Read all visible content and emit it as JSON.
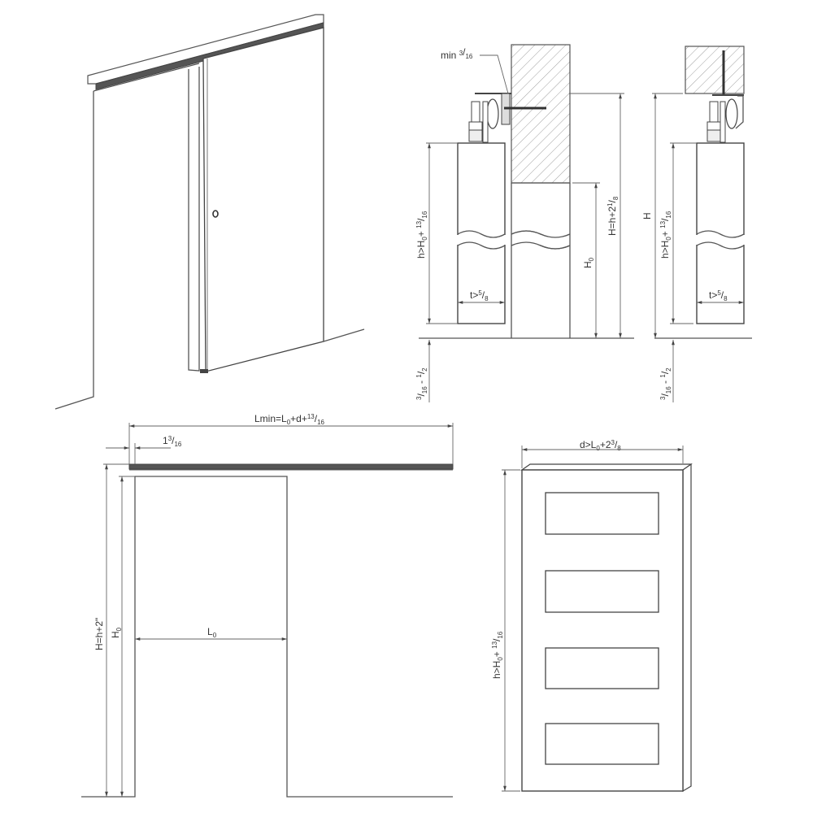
{
  "figure": {
    "type": "technical-drawing",
    "subject": "Sliding barn door installation dimensions"
  },
  "views": {
    "perspective": {
      "label": "isometric-sliding-door"
    },
    "wall_mount_section": {
      "annotation_min": "min",
      "annotation_min_frac_num": "3",
      "annotation_min_frac_den": "16",
      "door_height_label": "h>H",
      "door_height_sub": "0",
      "door_height_suffix": "+ ",
      "door_height_frac_num": "13",
      "door_height_frac_den": "16",
      "total_height_label": "H=h+2",
      "total_height_frac_num": "1",
      "total_height_frac_den": "8",
      "opening_height_label": "H",
      "opening_height_sub": "0",
      "thickness_label": "t>",
      "thickness_frac_num": "5",
      "thickness_frac_den": "8",
      "floor_gap_num1": "3",
      "floor_gap_den1": "16",
      "floor_gap_sep": " - ",
      "floor_gap_num2": "1",
      "floor_gap_den2": "2"
    },
    "ceiling_mount_section": {
      "total_height_label": "H",
      "door_height_label": "h>H",
      "door_height_sub": "0",
      "door_height_suffix": "+ ",
      "door_height_frac_num": "13",
      "door_height_frac_den": "16",
      "thickness_label": "t>",
      "thickness_frac_num": "5",
      "thickness_frac_den": "8",
      "floor_gap_num1": "3",
      "floor_gap_den1": "16",
      "floor_gap_sep": " - ",
      "floor_gap_num2": "1",
      "floor_gap_den2": "2"
    },
    "front_elevation": {
      "rail_length_label": "Lmin=L",
      "rail_length_sub": "0",
      "rail_length_mid": "+d+",
      "rail_length_frac_num": "13",
      "rail_length_frac_den": "16",
      "offset_label": "1",
      "offset_frac_num": "3",
      "offset_frac_den": "16",
      "total_height_label": "H=h+2\"",
      "opening_height_label": "H",
      "opening_height_sub": "0",
      "opening_width_label": "L",
      "opening_width_sub": "0"
    },
    "door_panel": {
      "width_label": "d>L",
      "width_sub": "0",
      "width_mid": "+2",
      "width_frac_num": "3",
      "width_frac_den": "8",
      "height_label": "h>H",
      "height_sub": "0",
      "height_suffix": "+ ",
      "height_frac_num": "13",
      "height_frac_den": "16",
      "panel_count": 4
    }
  },
  "colors": {
    "line": "#555555",
    "rail": "#555555",
    "text": "#333333",
    "background": "#ffffff"
  }
}
